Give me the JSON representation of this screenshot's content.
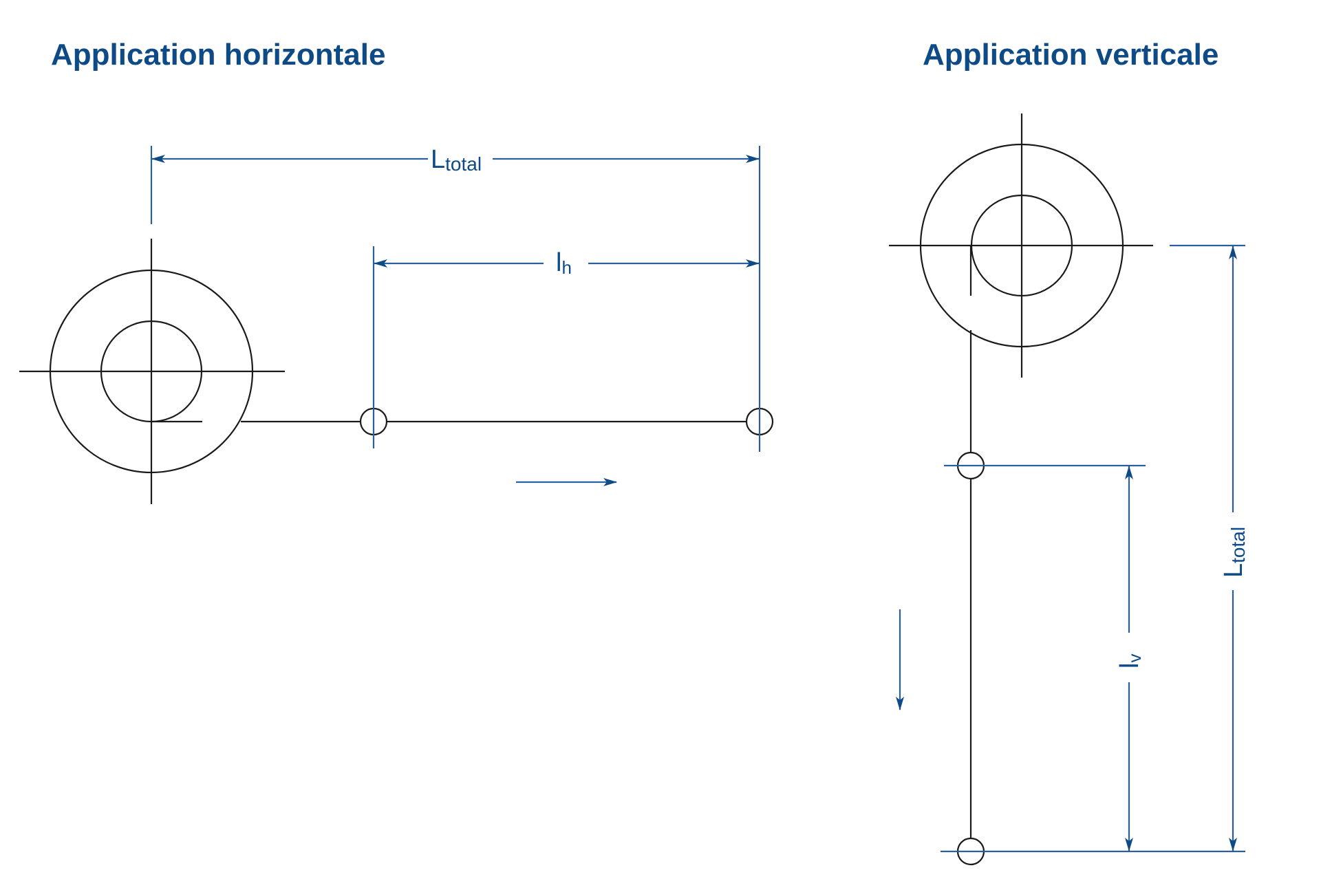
{
  "horizontal": {
    "title": "Application horizontale",
    "l_total": {
      "main": "L",
      "sub": "total"
    },
    "l_h": {
      "main": "l",
      "sub": "h"
    }
  },
  "vertical": {
    "title": "Application verticale",
    "l_total": {
      "main": "L",
      "sub": "total"
    },
    "l_v": {
      "main": "l",
      "sub": "v"
    }
  },
  "colors": {
    "accent": "#0d4a86",
    "line": "#1a1a1a",
    "dimension_line": "#2a5f98"
  }
}
